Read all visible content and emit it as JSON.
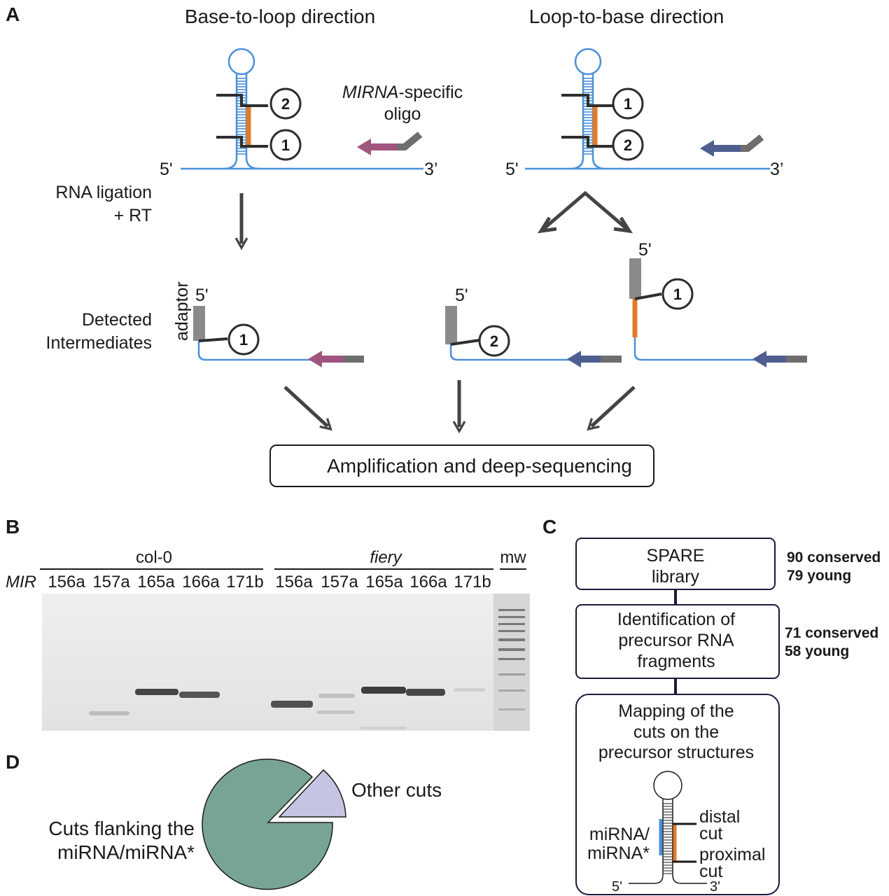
{
  "panel_a": {
    "letter": "A",
    "left_title": "Base-to-loop direction",
    "right_title": "Loop-to-base direction",
    "oligo_label_italic": "MIRNA",
    "oligo_label_rest": "-specific",
    "oligo_label_line2": "oligo",
    "five_prime": "5'",
    "three_prime": "3’",
    "step_line1": "RNA ligation",
    "step_line2": "+ RT",
    "detected_line1": "Detected",
    "detected_line2": "Intermediates",
    "adaptor": "adaptor",
    "cut1": "1",
    "cut2": "2",
    "amplification": "Amplification and deep-sequencing",
    "colors": {
      "rna": "#4a90d9",
      "mirna": "#e07b2a",
      "oligo_left": "#a0557f",
      "oligo_right": "#4e5f8f",
      "adaptor": "#8a8a8a",
      "arrow": "#444444"
    }
  },
  "panel_b": {
    "letter": "B",
    "group1": "col-0",
    "group2": "fiery",
    "marker": "mw",
    "row_label": "MIR",
    "lanes1": [
      "156a",
      "157a",
      "165a",
      "166a",
      "171b"
    ],
    "lanes2": [
      "156a",
      "157a",
      "165a",
      "166a",
      "171b"
    ]
  },
  "panel_c": {
    "letter": "C",
    "box1_line1": "SPARE",
    "box1_line2": "library",
    "box1_count1": "90 conserved",
    "box1_count2": "79 young",
    "box2_line1": "Identification of",
    "box2_line2": "precursor RNA",
    "box2_line3": "fragments",
    "box2_count1": "71 conserved",
    "box2_count2": "58 young",
    "box3_line1": "Mapping of the",
    "box3_line2": "cuts on the",
    "box3_line3": "precursor structures",
    "mirna_line1": "miRNA/",
    "mirna_line2": "miRNA*",
    "distal_line1": "distal",
    "distal_line2": "cut",
    "proximal_line1": "proximal",
    "proximal_line2": "cut",
    "five_prime": "5'",
    "three_prime": "3'"
  },
  "panel_d": {
    "letter": "D",
    "label_other": "Other cuts",
    "label_flank_line1": "Cuts flanking the",
    "label_flank_line2": "miRNA/miRNA*",
    "colors": {
      "flanking": "#78a593",
      "other": "#c5c5e3"
    }
  }
}
